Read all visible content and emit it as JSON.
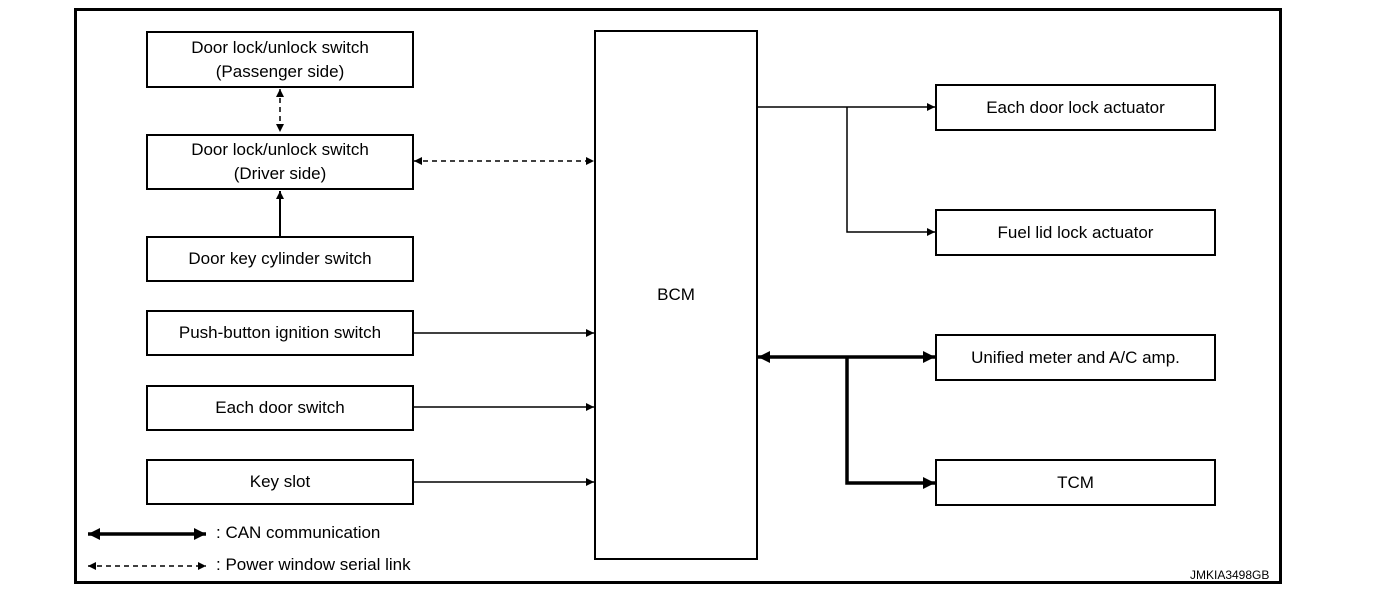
{
  "boxes": {
    "passenger_switch": {
      "line1": "Door lock/unlock switch",
      "line2": "(Passenger side)"
    },
    "driver_switch": {
      "line1": "Door lock/unlock switch",
      "line2": "(Driver side)"
    },
    "key_cylinder": {
      "label": "Door key cylinder switch"
    },
    "push_button": {
      "label": "Push-button ignition switch"
    },
    "door_switch": {
      "label": "Each door switch"
    },
    "key_slot": {
      "label": "Key slot"
    },
    "bcm": {
      "label": "BCM"
    },
    "door_actuator": {
      "label": "Each door lock actuator"
    },
    "fuel_actuator": {
      "label": "Fuel lid lock actuator"
    },
    "meter": {
      "label": "Unified meter and A/C amp."
    },
    "tcm": {
      "label": "TCM"
    }
  },
  "legend": {
    "can": ": CAN communication",
    "serial": ": Power window serial link"
  },
  "figure_code": "JMKIA3498GB"
}
